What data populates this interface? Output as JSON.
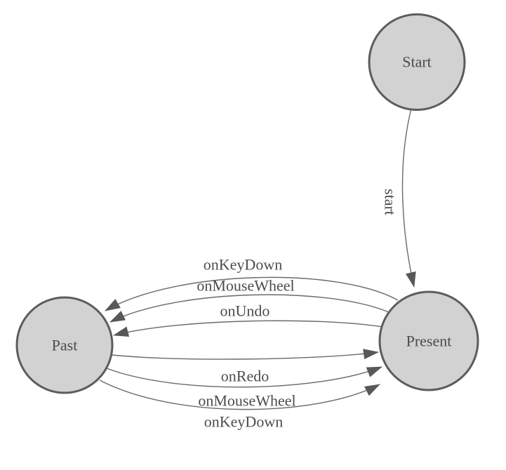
{
  "diagram": {
    "type": "finite-state-machine",
    "background": "#ffffff",
    "colors": {
      "node_fill": "#d2d2d2",
      "node_stroke": "#5c5c5c",
      "edge_stroke": "#6a6a6a",
      "arrow_fill": "#57585a",
      "label_text": "#4c4c4c"
    },
    "nodes": [
      {
        "id": "start",
        "label": "Start"
      },
      {
        "id": "present",
        "label": "Present"
      },
      {
        "id": "past",
        "label": "Past"
      }
    ],
    "edges": [
      {
        "id": "start-to-present",
        "from": "Start",
        "to": "Present",
        "label": "start"
      },
      {
        "id": "present-to-past-onkeydown",
        "from": "Present",
        "to": "Past",
        "label": "onKeyDown"
      },
      {
        "id": "present-to-past-onmousewheel",
        "from": "Present",
        "to": "Past",
        "label": "onMouseWheel"
      },
      {
        "id": "present-to-past-onundo",
        "from": "Present",
        "to": "Past",
        "label": "onUndo"
      },
      {
        "id": "past-to-present-onredo",
        "from": "Past",
        "to": "Present",
        "label": "onRedo"
      },
      {
        "id": "past-to-present-onmousewheel",
        "from": "Past",
        "to": "Present",
        "label": "onMouseWheel"
      },
      {
        "id": "past-to-present-onkeydown",
        "from": "Past",
        "to": "Present",
        "label": "onKeyDown"
      }
    ]
  }
}
